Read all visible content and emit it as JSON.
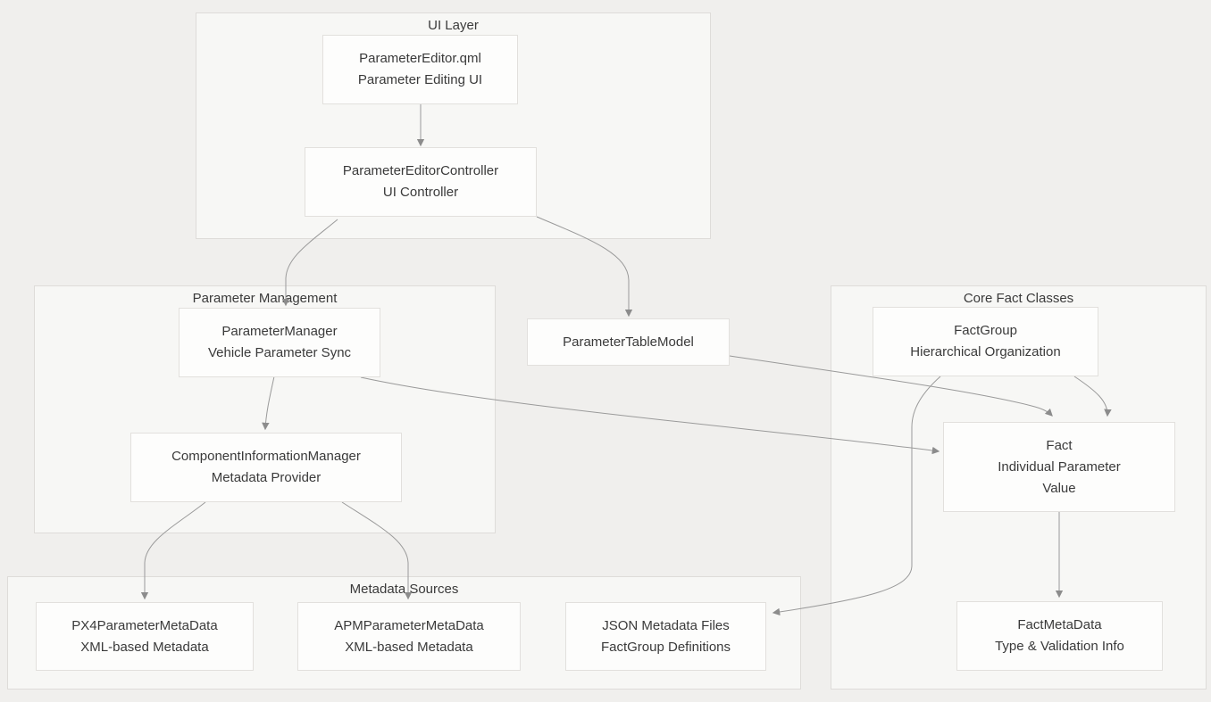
{
  "diagram": {
    "clusters": [
      {
        "id": "ui-layer",
        "label": "UI Layer"
      },
      {
        "id": "parameter-management",
        "label": "Parameter Management"
      },
      {
        "id": "core-fact-classes",
        "label": "Core Fact Classes"
      },
      {
        "id": "metadata-sources",
        "label": "Metadata Sources"
      }
    ],
    "nodes": [
      {
        "id": "parameter-editor-qml",
        "lines": [
          "ParameterEditor.qml",
          "Parameter Editing UI"
        ]
      },
      {
        "id": "parameter-editor-controller",
        "lines": [
          "ParameterEditorController",
          "UI Controller"
        ]
      },
      {
        "id": "parameter-manager",
        "lines": [
          "ParameterManager",
          "Vehicle Parameter Sync"
        ]
      },
      {
        "id": "component-information-manager",
        "lines": [
          "ComponentInformationManager",
          "Metadata Provider"
        ]
      },
      {
        "id": "parameter-table-model",
        "lines": [
          "ParameterTableModel"
        ]
      },
      {
        "id": "fact-group",
        "lines": [
          "FactGroup",
          "Hierarchical Organization"
        ]
      },
      {
        "id": "fact",
        "lines": [
          "Fact",
          "Individual Parameter",
          "Value"
        ]
      },
      {
        "id": "px4-parameter-metadata",
        "lines": [
          "PX4ParameterMetaData",
          "XML-based Metadata"
        ]
      },
      {
        "id": "apm-parameter-metadata",
        "lines": [
          "APMParameterMetaData",
          "XML-based Metadata"
        ]
      },
      {
        "id": "json-metadata-files",
        "lines": [
          "JSON Metadata Files",
          "FactGroup Definitions"
        ]
      },
      {
        "id": "fact-metadata",
        "lines": [
          "FactMetaData",
          "Type & Validation Info"
        ]
      }
    ],
    "edges": [
      {
        "from": "ParameterEditor.qml",
        "to": "ParameterEditorController"
      },
      {
        "from": "ParameterEditorController",
        "to": "ParameterManager"
      },
      {
        "from": "ParameterEditorController",
        "to": "ParameterTableModel"
      },
      {
        "from": "ParameterManager",
        "to": "ComponentInformationManager"
      },
      {
        "from": "ParameterManager",
        "to": "Fact"
      },
      {
        "from": "ComponentInformationManager",
        "to": "PX4ParameterMetaData"
      },
      {
        "from": "ComponentInformationManager",
        "to": "APMParameterMetaData"
      },
      {
        "from": "ParameterTableModel",
        "to": "Fact"
      },
      {
        "from": "FactGroup",
        "to": "Fact"
      },
      {
        "from": "FactGroup",
        "to": "JSON Metadata Files"
      },
      {
        "from": "Fact",
        "to": "FactMetaData"
      }
    ],
    "colors": {
      "page_background": "#f0efed",
      "cluster_fill": "#f7f7f5",
      "cluster_border": "#dedcd9",
      "node_fill": "#fdfdfc",
      "node_border": "#e2e0dd",
      "edge": "#9a9a9a",
      "arrowhead": "#8c8c8c",
      "text": "#3a3a3a"
    }
  }
}
